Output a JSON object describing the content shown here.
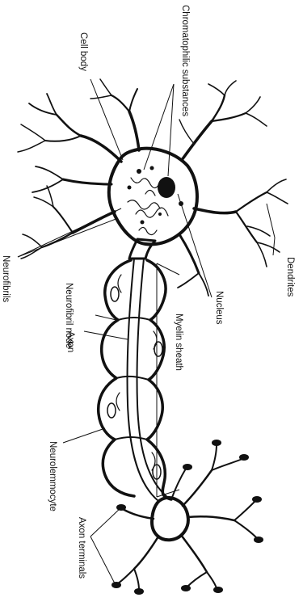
{
  "diagram": {
    "labels": {
      "chromatophilic": "Chromatophilic substances",
      "cell_body": "Cell body",
      "dendrites": "Dendrites",
      "nucleus": "Nucleus",
      "neurofibrils": "Neurofibrils",
      "neurofibril_node": "Neurofibril node",
      "axon": "Axon",
      "myelin_sheath": "Myelin sheath",
      "neurolemmocyte": "Neurolemmocyte",
      "axon_terminals": "Axon terminals"
    },
    "colors": {
      "ink": "#111111",
      "paper": "#ffffff"
    }
  }
}
